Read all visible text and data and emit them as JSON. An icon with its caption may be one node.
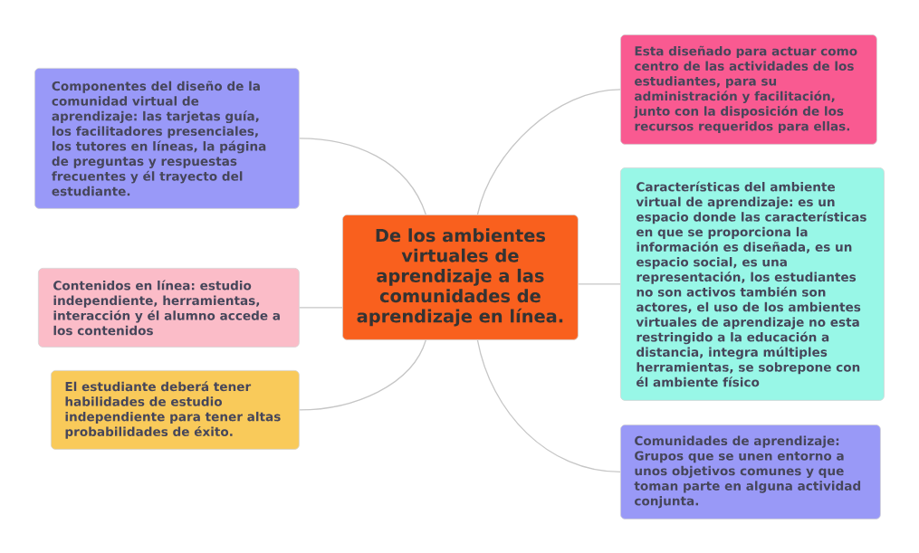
{
  "diagram": {
    "nodes": [
      {
        "text": [
          "De los ambientes virtuales de aprendizaje a las comunidades de aprendizaje en línea."
        ]
      },
      {
        "text": [
          "Componentes del diseño de la comunidad virtual de aprendizaje: las tarjetas guía, los facilitadores presenciales, los tutores en líneas, la página de preguntas y respuestas frecuentes y él trayecto del estudiante."
        ]
      },
      {
        "text": [
          "Contenidos en línea: estudio independiente, herramientas, interacción y él alumno accede a los contenidos"
        ]
      },
      {
        "text": [
          "El estudiante deberá tener habilidades de estudio independiente para tener altas probabilidades de éxito."
        ]
      },
      {
        "text": [
          "Esta diseñado para actuar como centro de las actividades de los estudiantes, para su administración y facilitación, junto con la disposición de los recursos requeridos para ellas."
        ]
      },
      {
        "text": [
          "Características del ambiente virtual de aprendizaje: es un espacio donde las características en que se proporciona la información es diseñada, es un espacio social, es una representación, los estudiantes no son activos también son actores, el uso de los ambientes virtuales de aprendizaje no esta restringido a la educación a distancia, integra múltiples herramientas, se sobrepone con él ambiente físico"
        ]
      },
      {
        "text": [
          "Comunidades de aprendizaje: Grupos que se unen entorno a unos objetivos comunes y que toman parte en alguna actividad conjunta."
        ]
      }
    ],
    "edges": [
      {
        "from": 0,
        "to": 1,
        "arrow": "none"
      },
      {
        "from": 0,
        "to": 2,
        "arrow": "none"
      },
      {
        "from": 0,
        "to": 3,
        "arrow": "none"
      },
      {
        "from": 0,
        "to": 4,
        "arrow": "none"
      },
      {
        "from": 0,
        "to": 5,
        "arrow": "none"
      },
      {
        "from": 0,
        "to": 6,
        "arrow": "none"
      }
    ]
  }
}
